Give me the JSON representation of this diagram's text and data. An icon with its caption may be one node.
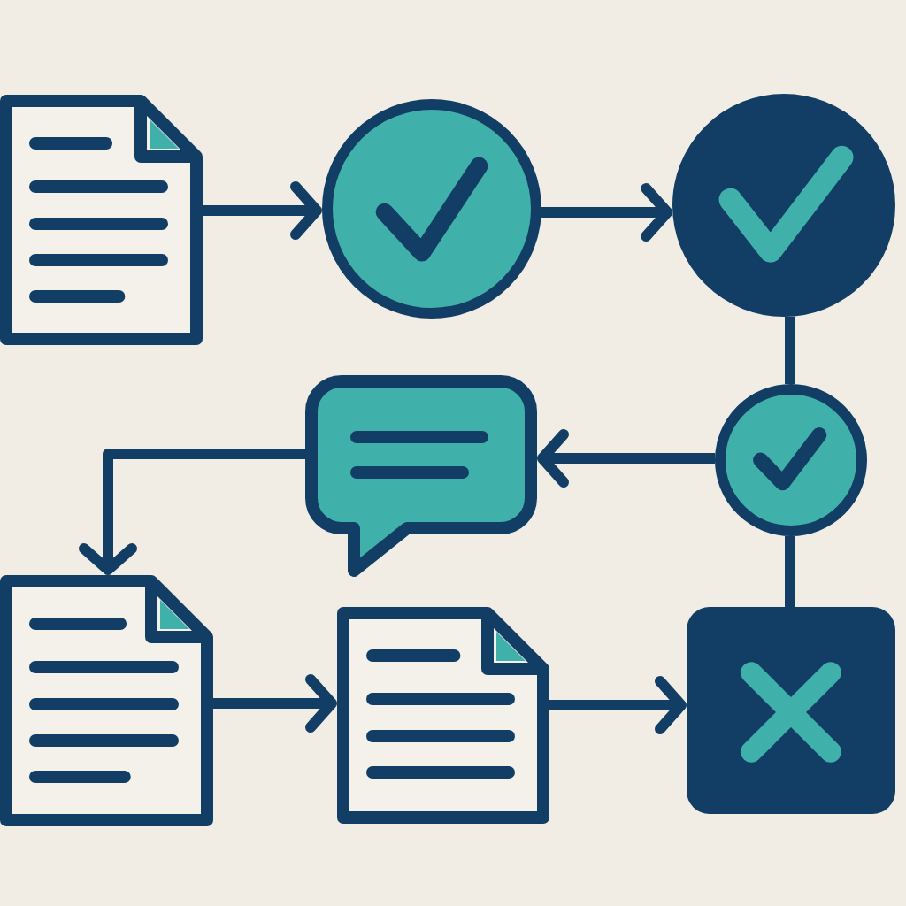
{
  "diagram": {
    "nodes": [
      {
        "text": [],
        "shape": "document"
      },
      {
        "text": [],
        "shape": "circle"
      },
      {
        "text": [],
        "shape": "circle"
      },
      {
        "text": [],
        "shape": "bubble"
      },
      {
        "text": [],
        "shape": "circle"
      },
      {
        "text": [],
        "shape": "document"
      },
      {
        "text": [],
        "shape": "document"
      },
      {
        "text": [],
        "shape": "box"
      }
    ],
    "edges": [
      {
        "from": 0,
        "to": 1,
        "arrow": "to"
      },
      {
        "from": 1,
        "to": 2,
        "arrow": "to"
      },
      {
        "from": 2,
        "to": 4,
        "arrow": "none"
      },
      {
        "from": 4,
        "to": 3,
        "arrow": "to"
      },
      {
        "from": 3,
        "to": 5,
        "arrow": "to"
      },
      {
        "from": 5,
        "to": 6,
        "arrow": "to"
      },
      {
        "from": 6,
        "to": 7,
        "arrow": "to"
      },
      {
        "from": 4,
        "to": 7,
        "arrow": "none"
      }
    ]
  }
}
